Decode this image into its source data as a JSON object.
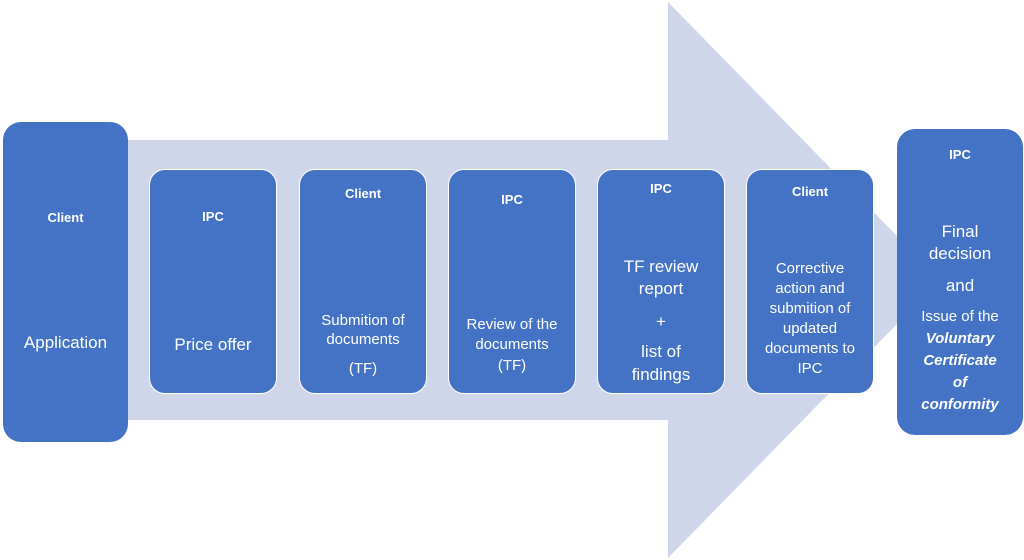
{
  "steps": [
    {
      "actor": "Client",
      "lines": [
        "Application"
      ]
    },
    {
      "actor": "IPC",
      "lines": [
        "Price offer"
      ]
    },
    {
      "actor": "Client",
      "lines": [
        "Submition of",
        "documents",
        "(TF)"
      ]
    },
    {
      "actor": "IPC",
      "lines": [
        "Review of the",
        "documents",
        "(TF)"
      ]
    },
    {
      "actor": "IPC",
      "lines": [
        "TF review",
        "report",
        "+",
        "list of",
        "findings"
      ]
    },
    {
      "actor": "Client",
      "lines": [
        "Corrective",
        "action and",
        "submition of",
        "updated",
        "documents to",
        "IPC"
      ]
    },
    {
      "actor": "IPC",
      "lines": [
        "Final",
        "decision",
        "and",
        "Issue of the",
        "Voluntary",
        "Certificate",
        "of",
        "conformity"
      ]
    }
  ],
  "colors": {
    "box_fill": "#4472c4",
    "arrow_fill": "#d0d6ea",
    "text": "#ffffff"
  }
}
